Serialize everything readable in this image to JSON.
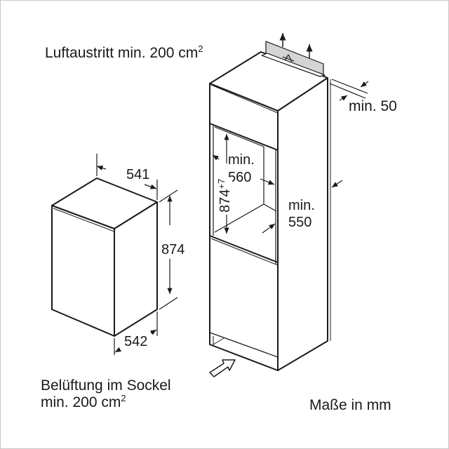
{
  "top_label": {
    "text": "Luftaustritt min. 200 cm",
    "sup": "2"
  },
  "gap_label": "min. 50",
  "niche_width": {
    "line1": "min.",
    "line2": "560"
  },
  "niche_height": {
    "value": "874",
    "tolerance": "+7"
  },
  "cabinet_depth": {
    "line1": "min.",
    "line2": "550"
  },
  "appliance": {
    "width": "541",
    "height": "874",
    "depth": "542"
  },
  "bottom_label": {
    "line1": "Belüftung im Sockel",
    "line2": "min. 200 cm",
    "sup": "2"
  },
  "units_label": "Maße in mm",
  "colors": {
    "line": "#1a1a1a",
    "vent_grille": "#d4d4d4"
  }
}
